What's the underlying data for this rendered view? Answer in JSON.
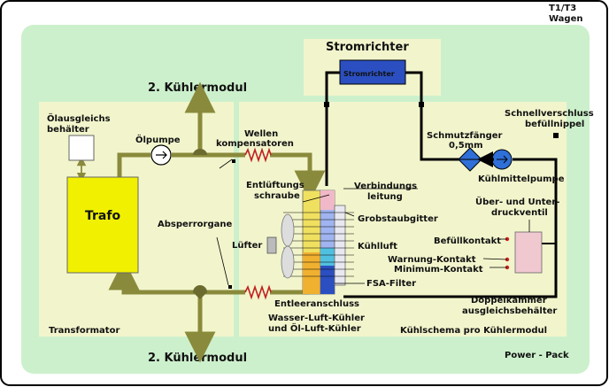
{
  "corner_label": [
    "T1/T3",
    "Wagen"
  ],
  "stromrichter": {
    "area_title": "Stromrichter",
    "box_label": "Stromrichter"
  },
  "kuehlermodul_top": "2. Kühlermodul",
  "kuehlermodul_bottom": "2. Kühlermodul",
  "oelausgleich": [
    "Ölausgleichs",
    "behälter"
  ],
  "oelpumpe": "Ölpumpe",
  "wellen": [
    "Wellen",
    "kompensatoren"
  ],
  "schnellverschluss": [
    "Schnellverschluss",
    "befüllnippel"
  ],
  "schmutzfaenger": [
    "Schmutzfänger",
    "0,5mm"
  ],
  "kuehlmittelpumpe": "Kühlmittelpumpe",
  "entlueftung": [
    "Entlüftungs",
    "schraube"
  ],
  "verbindung": [
    "Verbindungs",
    "leitung"
  ],
  "trafo": "Trafo",
  "absperrorgane": "Absperrorgane",
  "grobstaub": "Grobstaubgitter",
  "ueberdruck": [
    "Über- und Unter-",
    "druckventil"
  ],
  "luefter": "Lüfter",
  "kuehlluft": "Kühlluft",
  "befuellkontakt": "Befüllkontakt",
  "warnung": "Warnung-Kontakt",
  "minimum": "Minimum-Kontakt",
  "entleer": "Entleeranschluss",
  "fsa": "FSA-Filter",
  "doppelkammer": [
    "Doppelkammer",
    "ausgleichsbehälter"
  ],
  "transformator": "Transformator",
  "wasser_luft": [
    "Wasser-Luft-Kühler",
    "und Öl-Luft-Kühler"
  ],
  "kuehlschema": "Kühlschema pro Kühlermodul",
  "power_pack": "Power - Pack",
  "colors": {
    "outer_bg": "#ccf0cc",
    "module_bg": "#f2f5cc",
    "trafo": "#f0f000",
    "stromrichter_box": "#2b4fc0",
    "oil_pipe": "#8a8a3c",
    "water_pipe": "#000000",
    "pump": "#2f6fd8",
    "spring": "#d02020"
  }
}
